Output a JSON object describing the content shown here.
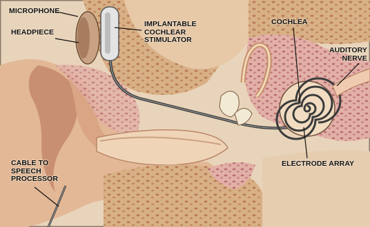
{
  "labels": {
    "microphone": "MICROPHONE",
    "headpiece": "HEADPIECE",
    "stimulator": [
      "IMPLANTABLE",
      "COCHLEAR",
      "STIMULATOR"
    ],
    "cochlea": "COCHLEA",
    "auditory_nerve": [
      "AUDITORY",
      "NERVE"
    ],
    "electrode_array": "ELECTRODE ARRAY",
    "cable": [
      "CABLE TO",
      "SPEECH",
      "PROCESSOR"
    ]
  },
  "colors": {
    "skin": "#e2b897",
    "skin_shadow": "#b77a5e",
    "bone": "#d9b389",
    "pink_tissue": "#d9a0a0",
    "wire": "#3b3b3b",
    "background": "#e9d6bd"
  }
}
